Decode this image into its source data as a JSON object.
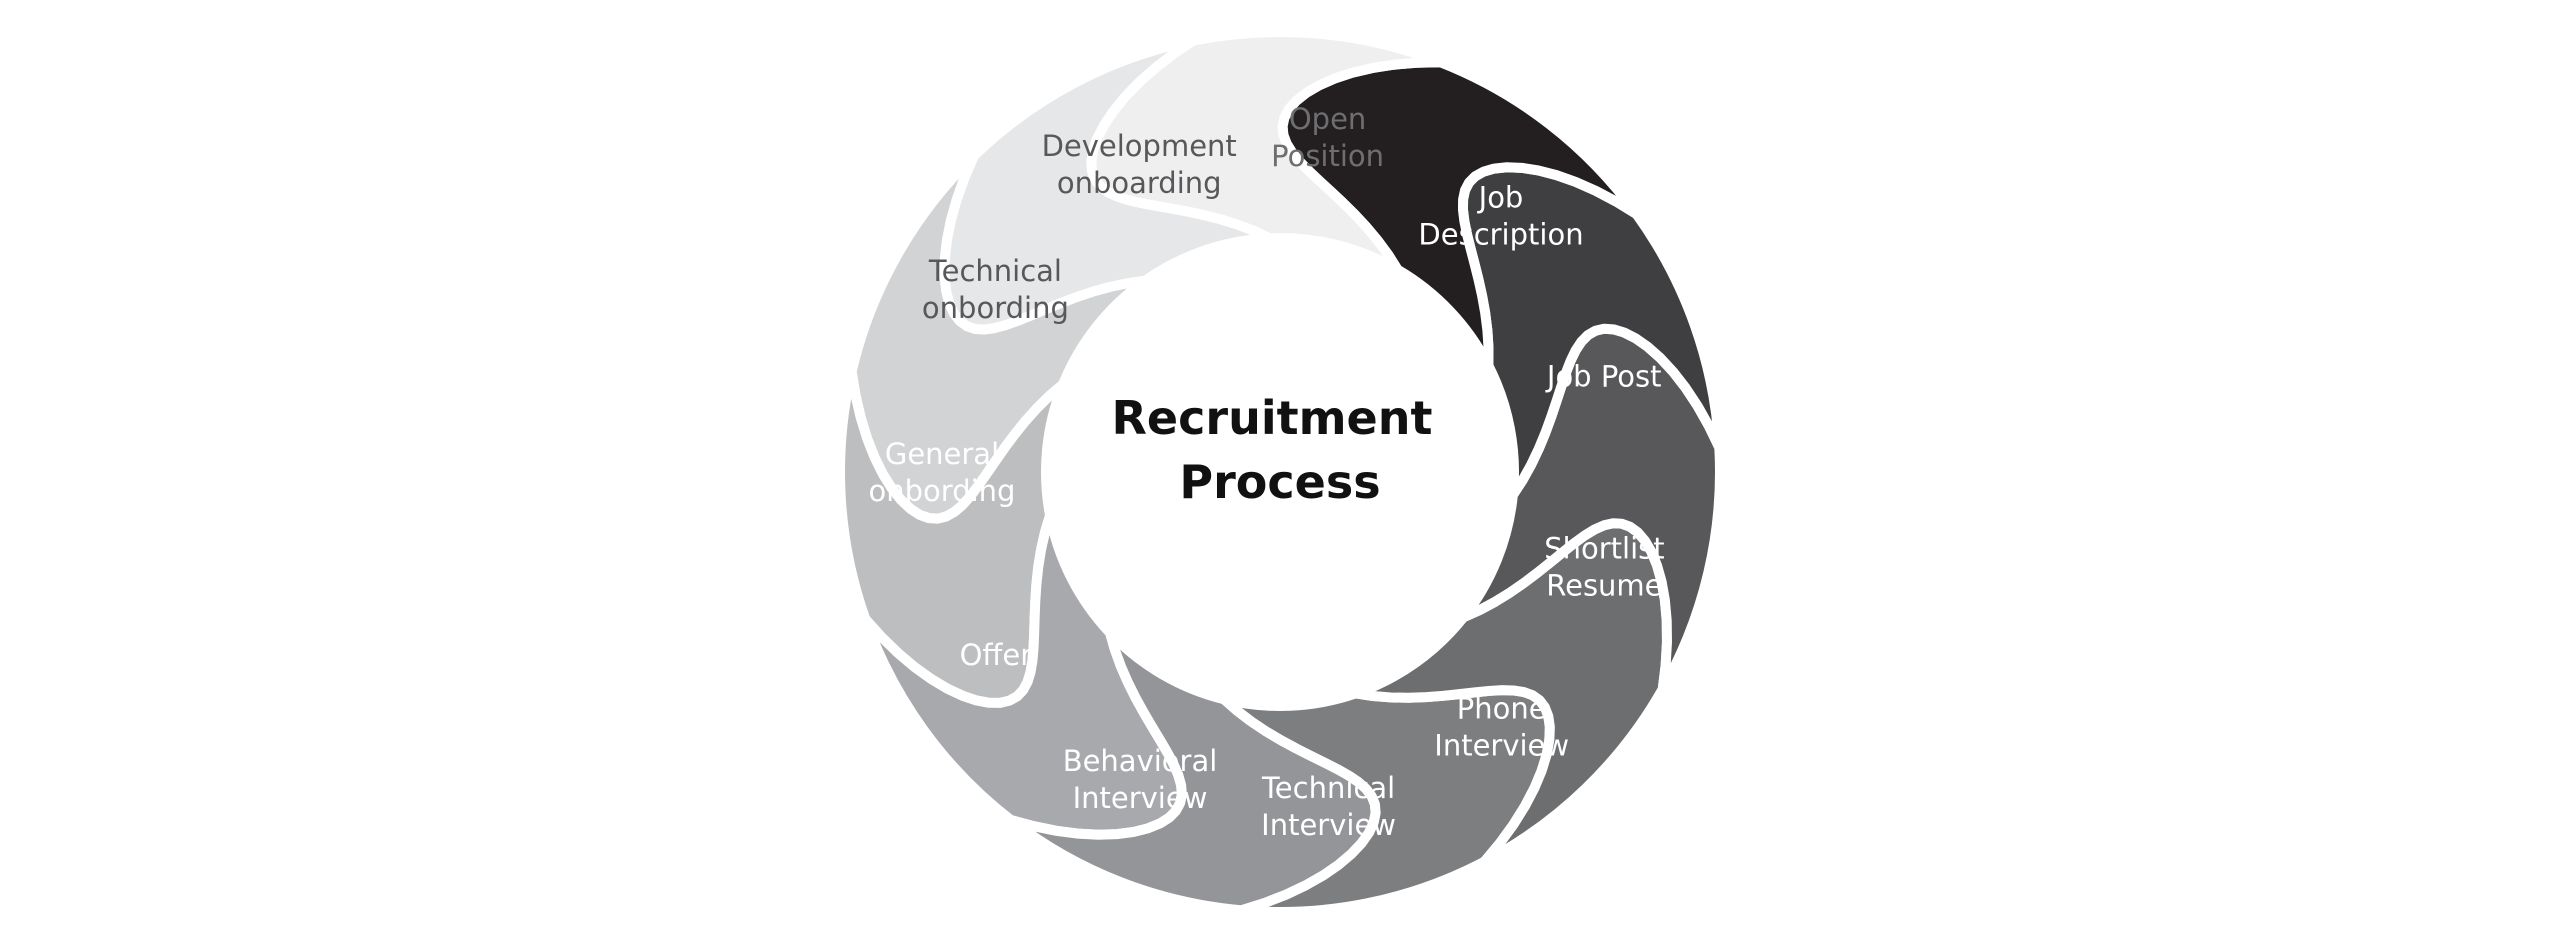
{
  "center": {
    "title_lines": [
      "Recruitment",
      "Process"
    ]
  },
  "segments": [
    {
      "label_lines": [
        "Open",
        "Position"
      ],
      "fill": "#efeff0",
      "text_color": "#6e6e70"
    },
    {
      "label_lines": [
        "Job",
        "Description"
      ],
      "fill": "#231f20",
      "text_color": "#ffffff"
    },
    {
      "label_lines": [
        "Job Post"
      ],
      "fill": "#3f3f41",
      "text_color": "#ffffff"
    },
    {
      "label_lines": [
        "Shortlist",
        "Resume"
      ],
      "fill": "#58585a",
      "text_color": "#ffffff"
    },
    {
      "label_lines": [
        "Phone",
        "Interview"
      ],
      "fill": "#6d6e70",
      "text_color": "#ffffff"
    },
    {
      "label_lines": [
        "Technical",
        "Interview"
      ],
      "fill": "#7d7e80",
      "text_color": "#ffffff"
    },
    {
      "label_lines": [
        "Behavioral",
        "Interview"
      ],
      "fill": "#939598",
      "text_color": "#ffffff"
    },
    {
      "label_lines": [
        "Offer"
      ],
      "fill": "#a7a9ac",
      "text_color": "#ffffff"
    },
    {
      "label_lines": [
        "General",
        "onbording"
      ],
      "fill": "#bcbec0",
      "text_color": "#ffffff"
    },
    {
      "label_lines": [
        "Technical",
        "onbording"
      ],
      "fill": "#d1d3d4",
      "text_color": "#58585a"
    },
    {
      "label_lines": [
        "Development",
        "onboarding"
      ],
      "fill": "#e6e7e8",
      "text_color": "#58585a"
    }
  ]
}
